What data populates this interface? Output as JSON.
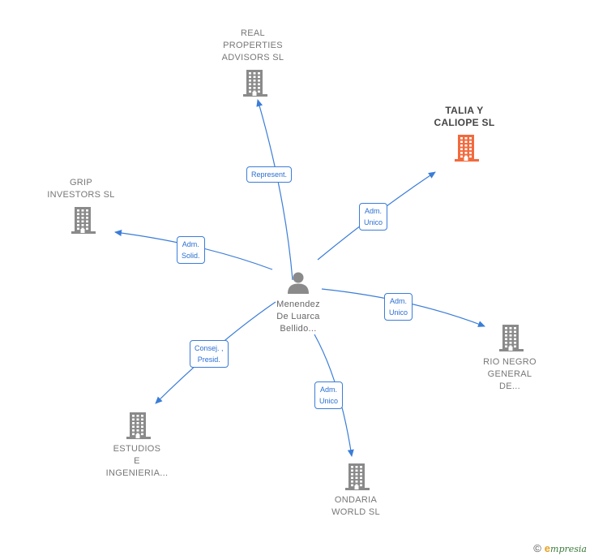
{
  "colors": {
    "edge": "#3b7dd8",
    "building_gray": "#8a8a8a",
    "building_main": "#f26a3d",
    "person": "#8a8a8a"
  },
  "center": {
    "name_lines": [
      "Menendez",
      "De Luarca",
      "Bellido..."
    ],
    "icon": "person-icon"
  },
  "companies": [
    {
      "id": "real-properties",
      "lines": [
        "REAL",
        "PROPERTIES",
        "ADVISORS SL"
      ],
      "main": false,
      "icon": "building-icon"
    },
    {
      "id": "talia",
      "lines": [
        "TALIA Y",
        "CALIOPE  SL"
      ],
      "main": true,
      "icon": "building-icon"
    },
    {
      "id": "grip",
      "lines": [
        "GRIP",
        "INVESTORS SL"
      ],
      "main": false,
      "icon": "building-icon"
    },
    {
      "id": "rio-negro",
      "lines": [
        "RIO NEGRO",
        "GENERAL",
        "DE..."
      ],
      "main": false,
      "icon": "building-icon"
    },
    {
      "id": "estudios",
      "lines": [
        "ESTUDIOS",
        "E",
        "INGENIERIA..."
      ],
      "main": false,
      "icon": "building-icon"
    },
    {
      "id": "ondaria",
      "lines": [
        "ONDARIA",
        "WORLD SL"
      ],
      "main": false,
      "icon": "building-icon"
    }
  ],
  "relations": [
    {
      "target": "real-properties",
      "lines": [
        "Represent."
      ]
    },
    {
      "target": "talia",
      "lines": [
        "Adm.",
        "Unico"
      ]
    },
    {
      "target": "grip",
      "lines": [
        "Adm.",
        "Solid."
      ]
    },
    {
      "target": "rio-negro",
      "lines": [
        "Adm.",
        "Unico"
      ]
    },
    {
      "target": "estudios",
      "lines": [
        "Consej. ,",
        "Presid."
      ]
    },
    {
      "target": "ondaria",
      "lines": [
        "Adm.",
        "Unico"
      ]
    }
  ],
  "footer": {
    "copyright": "©",
    "brand_e": "e",
    "brand_rest": "mpresia"
  }
}
